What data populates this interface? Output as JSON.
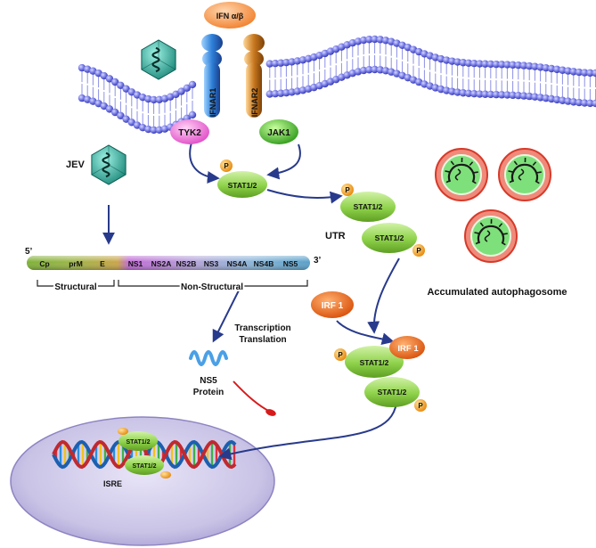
{
  "ligand": "IFN α/β",
  "receptors": {
    "r1": "IFNAR1",
    "r2": "IFNAR2"
  },
  "kinases": {
    "tyk2": "TYK2",
    "jak1": "JAK1"
  },
  "virus_label": "JEV",
  "phospho": "P",
  "stat": "STAT1/2",
  "utr": "UTR",
  "irf": "IRF 1",
  "genome": {
    "five_prime": "5’",
    "three_prime": "3’",
    "segments": [
      "Cp",
      "prM",
      "E",
      "NS1",
      "NS2A",
      "NS2B",
      "NS3",
      "NS4A",
      "NS4B",
      "NS5"
    ],
    "structural": "Structural",
    "non_structural": "Non-Structural"
  },
  "process": {
    "line1": "Transcription",
    "line2": "Translation"
  },
  "ns5": {
    "line1": "NS5",
    "line2": "Protein"
  },
  "isre": "ISRE",
  "autophagosome": "Accumulated autophagosome",
  "colors": {
    "membrane": "#5a5ed8",
    "stat_green": "#8ed24a",
    "p_orange": "#f5a21b",
    "nucleus": "#c9c3e6",
    "arrow": "#283a8c"
  }
}
